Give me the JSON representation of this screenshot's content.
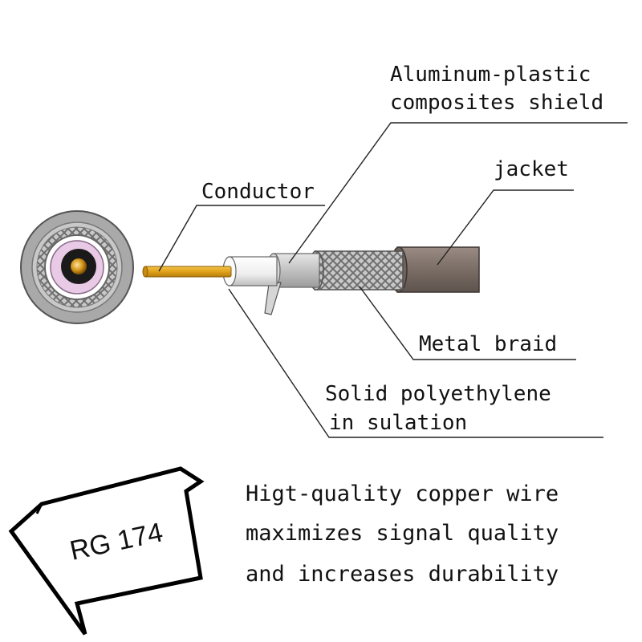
{
  "diagram": {
    "labels": {
      "shield_line1": "Aluminum-plastic",
      "shield_line2": "composites shield",
      "jacket": "jacket",
      "conductor": "Conductor",
      "braid": "Metal braid",
      "insulation_line1": "Solid polyethylene",
      "insulation_line2": "in sulation"
    },
    "model_tag": "RG 174",
    "description": [
      "Higt-quality copper wire",
      "maximizes signal quality",
      "and increases durability"
    ],
    "colors": {
      "jacket": "#7d7068",
      "conductor": "#e0a21a",
      "insulation": "#f2f2f2",
      "braid": "#b8b8b8",
      "cross_section_outer": "#a9a9a9",
      "cross_section_core": "#e8c9e6",
      "leader_lines": "#222222"
    }
  }
}
